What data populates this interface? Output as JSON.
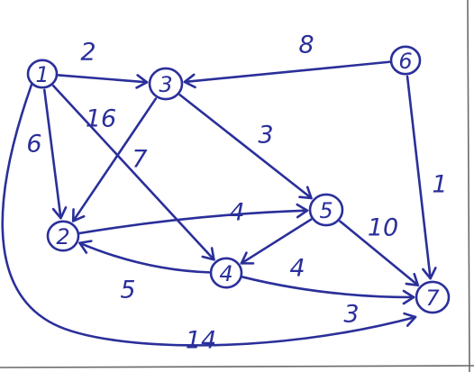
{
  "graph": {
    "ink_color": "#2a2f9a",
    "nodes": [
      {
        "id": "1",
        "label": "1"
      },
      {
        "id": "2",
        "label": "2"
      },
      {
        "id": "3",
        "label": "3"
      },
      {
        "id": "4",
        "label": "4"
      },
      {
        "id": "5",
        "label": "5"
      },
      {
        "id": "6",
        "label": "6"
      },
      {
        "id": "7",
        "label": "7"
      }
    ],
    "edges": [
      {
        "from": "1",
        "to": "3",
        "weight": "2"
      },
      {
        "from": "1",
        "to": "2",
        "weight": "6"
      },
      {
        "from": "1",
        "to": "4",
        "weight": "16"
      },
      {
        "from": "3",
        "to": "2",
        "weight": "7"
      },
      {
        "from": "3",
        "to": "5",
        "weight": "3"
      },
      {
        "from": "6",
        "to": "3",
        "weight": "8"
      },
      {
        "from": "6",
        "to": "7",
        "weight": "1"
      },
      {
        "from": "2",
        "to": "5",
        "weight": "4"
      },
      {
        "from": "4",
        "to": "2",
        "weight": "5"
      },
      {
        "from": "5",
        "to": "4",
        "weight": "4"
      },
      {
        "from": "5",
        "to": "7",
        "weight": "10"
      },
      {
        "from": "4",
        "to": "7",
        "weight": "3"
      },
      {
        "from": "1",
        "to": "7",
        "weight": "14"
      }
    ]
  }
}
